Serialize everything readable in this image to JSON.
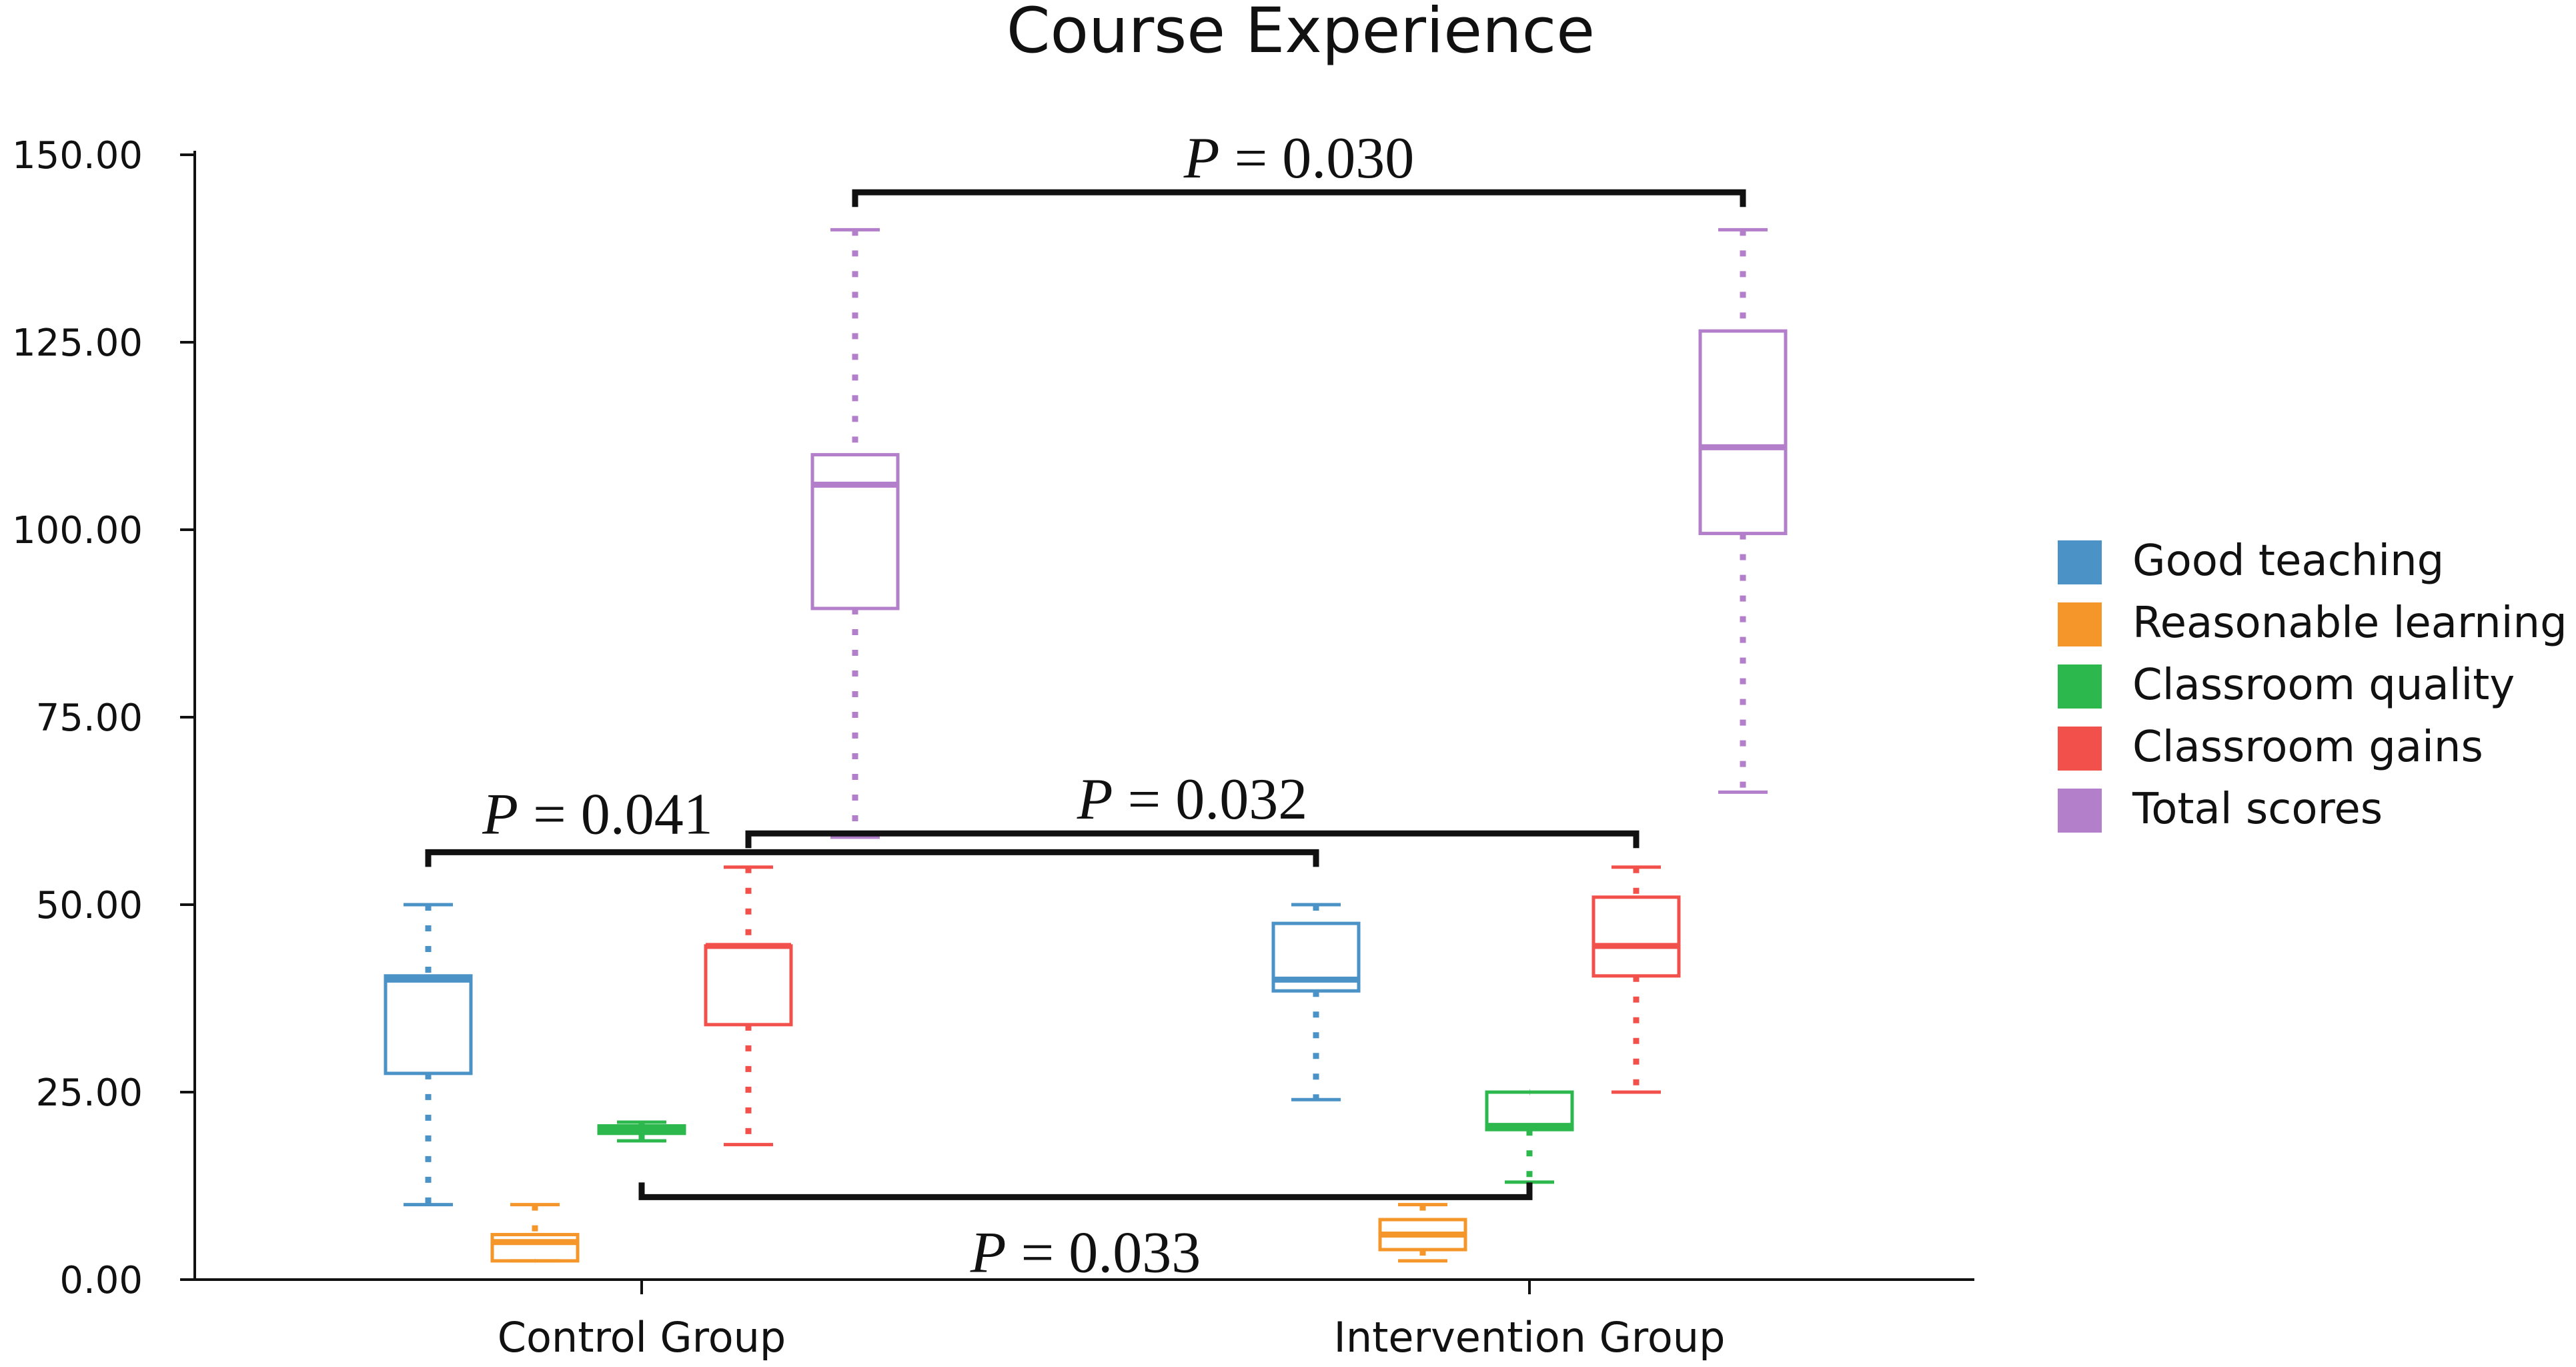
{
  "chart_data": {
    "type": "box",
    "title": "Course Experience",
    "xlabel": "",
    "ylabel": "",
    "ylim": [
      0,
      150
    ],
    "yticks": [
      "0.00",
      "25.00",
      "50.00",
      "75.00",
      "100.00",
      "125.00",
      "150.00"
    ],
    "groups": [
      "Control Group",
      "Intervention Group"
    ],
    "series": [
      {
        "name": "Good teaching",
        "color": "#4b93c7",
        "boxes": [
          {
            "min": 10,
            "q1": 27.5,
            "median": 40,
            "q3": 40.5,
            "max": 50
          },
          {
            "min": 24,
            "q1": 38.5,
            "median": 40,
            "q3": 47.5,
            "max": 50
          }
        ]
      },
      {
        "name": "Reasonable learning",
        "color": "#f5962a",
        "boxes": [
          {
            "min": 2.5,
            "q1": 2.5,
            "median": 5,
            "q3": 6,
            "max": 10
          },
          {
            "min": 2.5,
            "q1": 4,
            "median": 6,
            "q3": 8,
            "max": 10
          }
        ]
      },
      {
        "name": "Classroom quality",
        "color": "#2db84d",
        "boxes": [
          {
            "min": 18.5,
            "q1": 19.5,
            "median": 20,
            "q3": 20.5,
            "max": 21
          },
          {
            "min": 13,
            "q1": 20,
            "median": 20.5,
            "q3": 25,
            "max": 25
          }
        ]
      },
      {
        "name": "Classroom gains",
        "color": "#f2504b",
        "boxes": [
          {
            "min": 18,
            "q1": 34,
            "median": 44.5,
            "q3": 44.5,
            "max": 55
          },
          {
            "min": 25,
            "q1": 40.5,
            "median": 44.5,
            "q3": 51,
            "max": 55
          }
        ]
      },
      {
        "name": "Total scores",
        "color": "#b47fca",
        "boxes": [
          {
            "min": 59,
            "q1": 89.5,
            "median": 106,
            "q3": 110,
            "max": 140
          },
          {
            "min": 65,
            "q1": 99.5,
            "median": 111,
            "q3": 126.5,
            "max": 140
          }
        ]
      }
    ],
    "annotations": [
      {
        "text_var": "P",
        "text_val": " = 0.030",
        "from_series": 4,
        "to_series": 4,
        "level": 145,
        "side": "above"
      },
      {
        "text_var": "P",
        "text_val": " = 0.041",
        "from_series": 0,
        "to_series": 0,
        "level": 57,
        "side": "above"
      },
      {
        "text_var": "P",
        "text_val": " = 0.032",
        "from_series": 3,
        "to_series": 3,
        "level": 59.5,
        "side": "above"
      },
      {
        "text_var": "P",
        "text_val": " = 0.033",
        "from_series": 2,
        "to_series": 2,
        "level": 11,
        "side": "below"
      }
    ],
    "legend_position": "right",
    "grid": false
  }
}
